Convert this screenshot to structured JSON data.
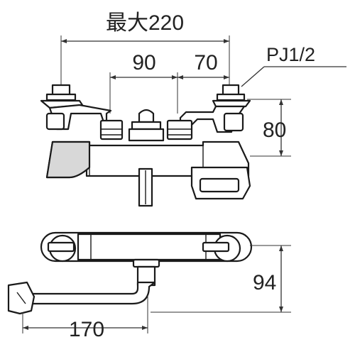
{
  "labels": {
    "max_width": "最大220",
    "left_spacing": "90",
    "right_spacing": "70",
    "thread": "PJ1/2",
    "height_top": "80",
    "depth": "94",
    "spout_reach": "170"
  }
}
